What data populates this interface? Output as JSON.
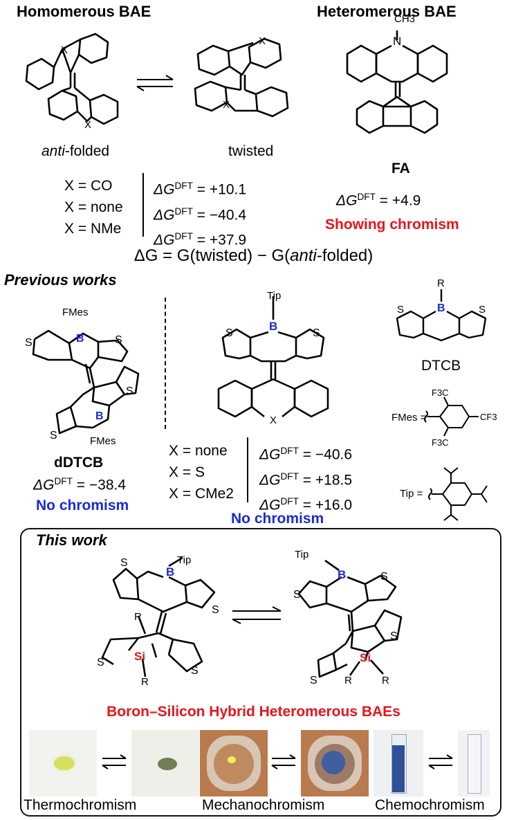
{
  "headers": {
    "homomerous": "Homomerous BAE",
    "heteromerous": "Heteromerous BAE",
    "previous": "Previous works",
    "this_work": "This work"
  },
  "conformers": {
    "anti_italic": "anti",
    "anti_rest": "-folded",
    "twisted": "twisted"
  },
  "homomerous_table": {
    "rows": [
      {
        "x": "X = CO",
        "dg": "+10.1"
      },
      {
        "x": "X = none",
        "dg": "−40.4"
      },
      {
        "x": "X = NMe",
        "dg": "+37.9"
      }
    ]
  },
  "dg_symbol": "ΔG",
  "dg_sup": "DFT",
  "fa": {
    "name": "FA",
    "dg": "+4.9",
    "note": "Showing chromism"
  },
  "definition": {
    "prefix": "ΔG = G(twisted) − G(",
    "italic": "anti",
    "suffix": "-folded)"
  },
  "dDTCB": {
    "name": "dDTCB",
    "dg": "−38.4",
    "note": "No chromism"
  },
  "middle_table": {
    "rows": [
      {
        "x": "X = none",
        "dg": "−40.6"
      },
      {
        "x": "X = S",
        "dg": "+18.5"
      },
      {
        "x": "X = CMe2",
        "dg": "+16.0"
      }
    ],
    "note": "No chromism"
  },
  "atoms": {
    "B": "B",
    "S": "S",
    "Si": "Si",
    "N": "N",
    "X": "X",
    "R": "R",
    "Tip": "Tip",
    "CH3": "CH3",
    "FMes": "FMes",
    "CF3": "CF3",
    "F3C": "F3C"
  },
  "dtcb_label": "DTCB",
  "legend": {
    "fmes": "FMes =",
    "tip": "Tip ="
  },
  "hybrid_title": "Boron–Silicon Hybrid Heteromerous BAEs",
  "chromisms": [
    "Thermochromism",
    "Mechanochromism",
    "Chemochromism"
  ],
  "colors": {
    "red": "#e8141b",
    "blue": "#1a2ad8",
    "photo_yellow": "#d6e060",
    "photo_green": "#5a6a3c",
    "dish_orange": "#b97a4e",
    "vial_blue": "#2f4f9a"
  }
}
